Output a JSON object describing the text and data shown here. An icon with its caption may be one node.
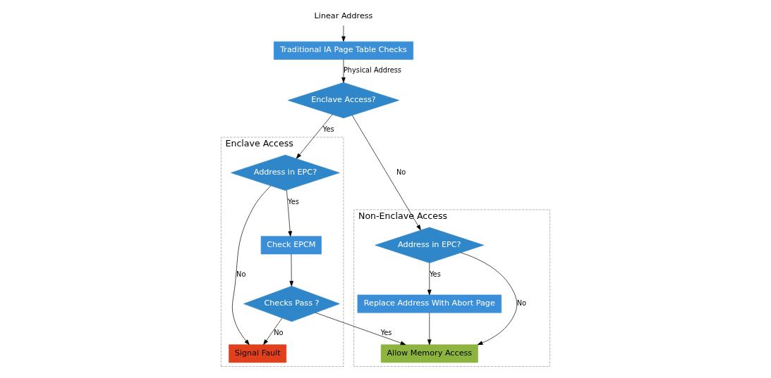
{
  "diagram": {
    "nodes": [
      {
        "text": [
          "Linear Address"
        ]
      },
      {
        "text": [
          "Traditional IA Page Table Checks"
        ]
      },
      {
        "text": [
          "Enclave Access?"
        ]
      },
      {
        "text": [
          "Non-Enclave Access"
        ]
      },
      {
        "text": [
          "Address in EPC?"
        ],
        "in": 3
      },
      {
        "text": [
          "Replace Address With Abort Page"
        ],
        "in": 3
      },
      {
        "text": [
          "Enclave Access"
        ]
      },
      {
        "text": [
          "Address in EPC?"
        ],
        "in": 6
      },
      {
        "text": [
          "Signal Fault"
        ],
        "in": 6
      },
      {
        "text": [
          "Check EPCM"
        ],
        "in": 6
      },
      {
        "text": [
          "Checks Pass ?"
        ],
        "in": 6
      },
      {
        "text": [
          "Allow Memory Access"
        ],
        "in": 3
      }
    ],
    "edges": [
      {
        "from": 0,
        "to": 1,
        "arrow": "to"
      },
      {
        "from": 1,
        "to": 2,
        "arrow": "to",
        "label": "Physical Address"
      },
      {
        "from": 2,
        "to": 4,
        "arrow": "to",
        "label": "No"
      },
      {
        "from": 2,
        "to": 7,
        "arrow": "to",
        "label": "Yes"
      },
      {
        "from": 4,
        "to": 5,
        "arrow": "to",
        "label": "Yes"
      },
      {
        "from": 4,
        "to": 11,
        "arrow": "to",
        "label": "No"
      },
      {
        "from": 5,
        "to": 11,
        "arrow": "to"
      },
      {
        "from": 7,
        "to": 8,
        "arrow": "to",
        "label": "No"
      },
      {
        "from": 7,
        "to": 9,
        "arrow": "to",
        "label": "Yes"
      },
      {
        "from": 9,
        "to": 10,
        "arrow": "to"
      },
      {
        "from": 10,
        "to": 8,
        "arrow": "to",
        "label": "No"
      },
      {
        "from": 10,
        "to": 11,
        "arrow": "to",
        "label": "Yes"
      }
    ]
  }
}
